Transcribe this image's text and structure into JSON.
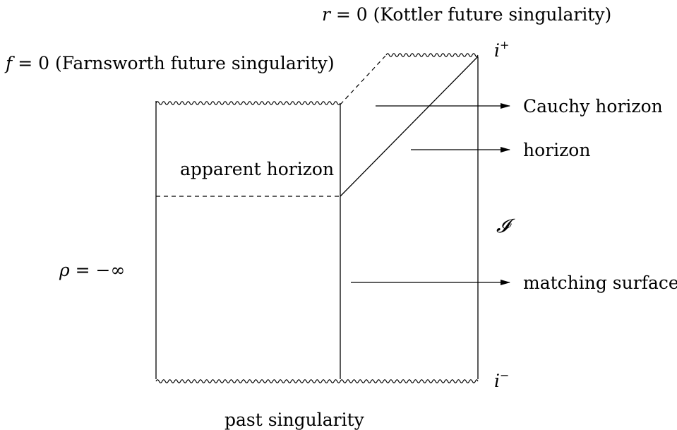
{
  "colors": {
    "ink": "#000000",
    "background": "#ffffff"
  },
  "labels": {
    "kottler_lhs": "r",
    "kottler_eq": " = 0 (Kottler future singularity)",
    "farnsworth_lhs": "f",
    "farnsworth_eq": " = 0 (Farnsworth future singularity)",
    "i_plus": "i",
    "i_plus_sup": "+",
    "i_minus": "i",
    "i_minus_sup": "−",
    "cauchy_horizon": "Cauchy horizon",
    "horizon": "horizon",
    "apparent_horizon": "apparent horizon",
    "scri": "𝓘",
    "rho_lhs": "ρ",
    "rho_eq": " = −∞",
    "matching_surface": "matching surface",
    "past_singularity": "past singularity"
  }
}
